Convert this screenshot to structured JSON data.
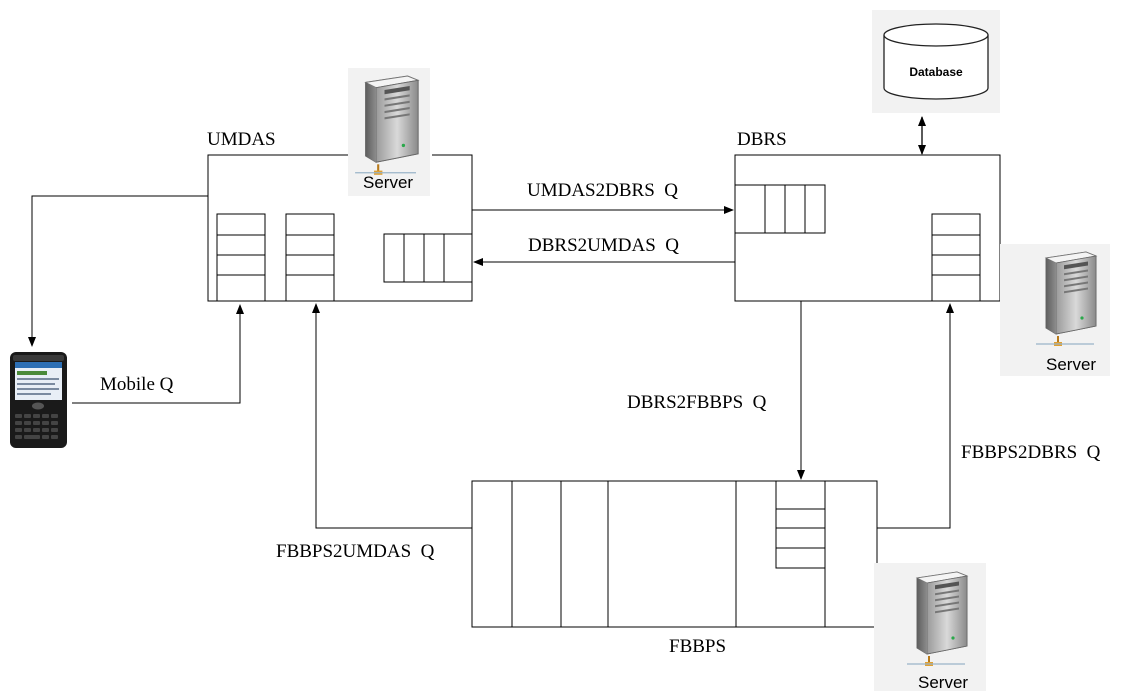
{
  "components": {
    "umdas": {
      "label": "UMDAS"
    },
    "dbrs": {
      "label": "DBRS"
    },
    "fbbps": {
      "label": "FBBPS"
    },
    "database": {
      "label": "Database"
    }
  },
  "servers": {
    "umdas": {
      "label": "Server"
    },
    "dbrs": {
      "label": "Server"
    },
    "fbbps": {
      "label": "Server"
    }
  },
  "queues": {
    "umdas2dbrs": {
      "label": "UMDAS2DBRS  Q"
    },
    "dbrs2umdas": {
      "label": "DBRS2UMDAS  Q"
    },
    "dbrs2fbbps": {
      "label": "DBRS2FBBPS  Q"
    },
    "fbbps2dbrs": {
      "label": "FBBPS2DBRS  Q"
    },
    "fbbps2umdas": {
      "label": "FBBPS2UMDAS  Q"
    },
    "mobile": {
      "label": "Mobile Q"
    }
  },
  "device": {
    "icon": "mobile-phone-icon"
  },
  "colors": {
    "line": "#000000",
    "server_body": "#7a7a7a",
    "screen": "#2d6fb5"
  }
}
